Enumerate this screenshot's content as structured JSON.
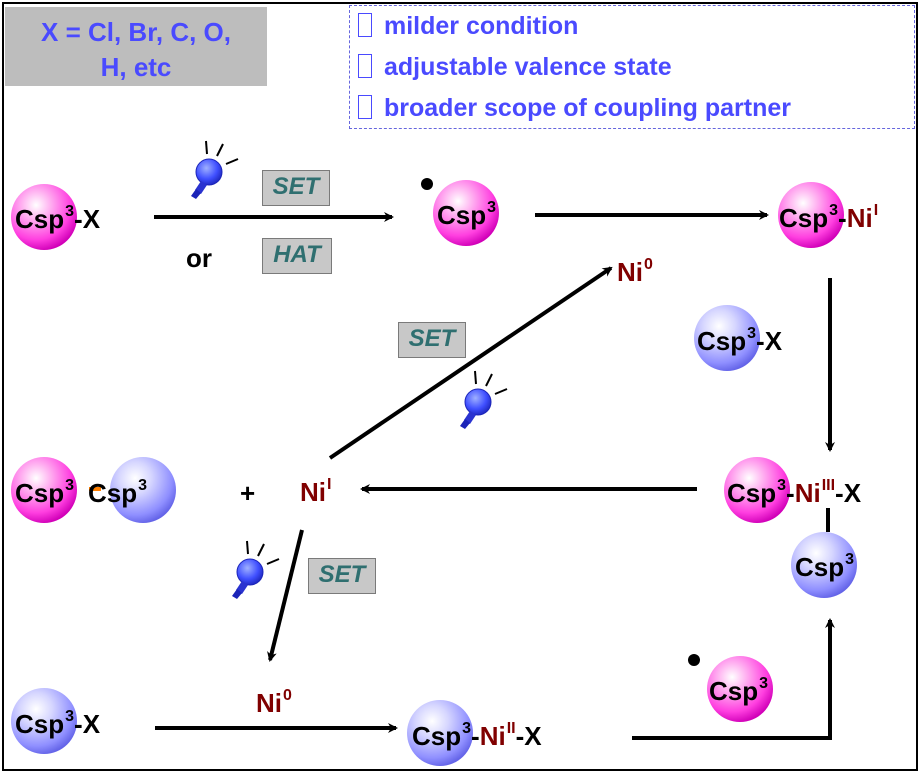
{
  "x_box": {
    "line1": "X = Cl, Br, C,  O,",
    "line2": "H, etc"
  },
  "advantages": [
    "milder condition",
    "adjustable valence state",
    "broader scope of coupling partner"
  ],
  "labels": {
    "csp": "Csp",
    "csp_sup": "3",
    "x": "X",
    "dash": "-",
    "ni": "Ni",
    "ni0_sup": "0",
    "ni1_sup": "I",
    "ni2_sup": "II",
    "ni3_sup": "III",
    "or": "or",
    "plus": "+"
  },
  "tags": {
    "set": "SET",
    "hat": "HAT"
  },
  "colors": {
    "pink_sphere": "#ff3fe0",
    "blue_sphere": "#8f8fff",
    "ni_text": "#800000",
    "tag_text": "#2f6f70",
    "accent_blue": "#4a4aff",
    "bond_orange": "#ff7f00",
    "bulb_blue": "#3f4fff"
  },
  "icons": [
    "lightbulb-icon",
    "radical-dot-icon"
  ]
}
